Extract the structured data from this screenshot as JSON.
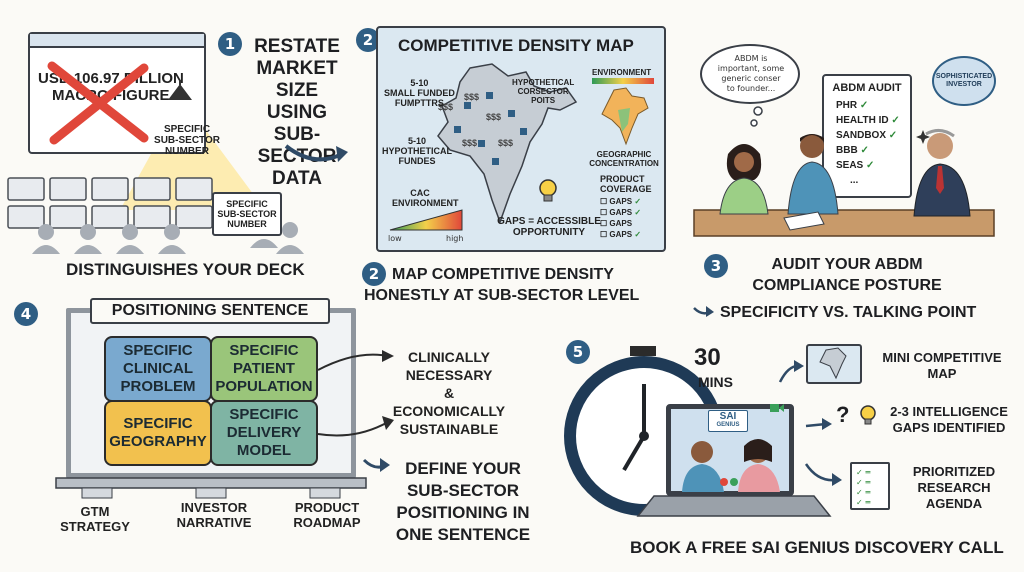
{
  "panel1": {
    "number": "1",
    "window_text_line1": "USD 106.97 BILLION",
    "window_text_line2": "MACRO FIGURE",
    "spot_label_line1": "SPECIFIC",
    "spot_label_line2": "SUB-SECTOR",
    "spot_label_line3": "NUMBER",
    "card_line1": "SPECIFIC",
    "card_line2": "SUB-SECTOR",
    "card_line3": "NUMBER",
    "title_line1": "RESTATE",
    "title_line2": "MARKET SIZE",
    "title_line3": "USING",
    "title_line4": "SUB-SECTOR",
    "title_line5": "DATA",
    "caption": "DISTINGUISHES YOUR DECK"
  },
  "panel2": {
    "number": "2",
    "map_title": "COMPETITIVE DENSITY MAP",
    "label_small_funded_1": "5-10",
    "label_small_funded_2": "SMALL FUNDED",
    "label_small_funded_3": "FUMPTTRS",
    "label_hypo_corr_1": "HYPOTHETICAL",
    "label_hypo_corr_2": "CORSECTOR",
    "label_hypo_corr_3": "POITS",
    "label_hypo_fundes_1": "5-10",
    "label_hypo_fundes_2": "HYPOTHETICAL",
    "label_hypo_fundes_3": "FUNDES",
    "environment_label": "ENVIRONMENT",
    "geo_line1": "GEOGRAPHIC",
    "geo_line2": "CONCENTRATION",
    "product_line1": "PRODUCT",
    "product_line2": "COVERAGE",
    "gaps_items": [
      "GAPS",
      "GAPS",
      "GAPS",
      "GAPS"
    ],
    "cac_line1": "CAC",
    "cac_line2": "ENVIRONMENT",
    "scale_low": "low",
    "scale_high": "high",
    "gaps_note_line1": "GAPS = ACCESSIBLE",
    "gaps_note_line2": "OPPORTUNITY",
    "dollar": "$$$",
    "caption_number": "2",
    "caption_line1": "MAP COMPETITIVE DENSITY",
    "caption_line2": "HONESTLY AT SUB-SECTOR LEVEL"
  },
  "panel3": {
    "number": "3",
    "bubble_line1": "ABDM is",
    "bubble_line2": "important, some",
    "bubble_line3": "generic conser",
    "bubble_line4": "to founder...",
    "audit_title": "ABDM AUDIT",
    "audit_items": [
      "PHR",
      "HEALTH ID",
      "SANDBOX",
      "BBB",
      "SEAS",
      "..."
    ],
    "badge_line1": "SOPHISTICATED",
    "badge_line2": "INVESTOR",
    "caption_line1": "AUDIT YOUR ABDM",
    "caption_line2": "COMPLIANCE POSTURE",
    "subcaption": "SPECIFICITY VS. TALKING POINT"
  },
  "panel4": {
    "number": "4",
    "board_title": "POSITIONING SENTENCE",
    "piece1_line1": "SPECIFIC",
    "piece1_line2": "CLINICAL",
    "piece1_line3": "PROBLEM",
    "piece2_line1": "SPECIFIC",
    "piece2_line2": "PATIENT",
    "piece2_line3": "POPULATION",
    "piece3_line1": "SPECIFIC",
    "piece3_line2": "GEOGRAPHY",
    "piece4_line1": "SPECIFIC",
    "piece4_line2": "DELIVERY",
    "piece4_line3": "MODEL",
    "outcome_line1": "CLINICALLY",
    "outcome_line2": "NECESSARY",
    "outcome_line3": "&",
    "outcome_line4": "ECONOMICALLY",
    "outcome_line5": "SUSTAINABLE",
    "pillar1_line1": "GTM",
    "pillar1_line2": "STRATEGY",
    "pillar2_line1": "INVESTOR",
    "pillar2_line2": "NARRATIVE",
    "pillar3_line1": "PRODUCT",
    "pillar3_line2": "ROADMAP",
    "caption_line1": "DEFINE YOUR",
    "caption_line2": "SUB-SECTOR",
    "caption_line3": "POSITIONING IN",
    "caption_line4": "ONE SENTENCE"
  },
  "panel5": {
    "number": "5",
    "timer_value": "30",
    "timer_unit": "MINS",
    "screen_logo_line1": "SAI",
    "screen_logo_line2": "GENIUS",
    "item1_line1": "MINI COMPETITIVE",
    "item1_line2": "MAP",
    "item2_line1": "2-3 INTELLIGENCE",
    "item2_line2": "GAPS IDENTIFIED",
    "item3_line1": "PRIORITIZED",
    "item3_line2": "RESEARCH",
    "item3_line3": "AGENDA",
    "caption": "BOOK A FREE SAI GENIUS DISCOVERY CALL"
  },
  "colors": {
    "number_badge": "#2f5e84",
    "red_x": "#e0473a",
    "map_blue": "#dbe8f1",
    "puzzle_blue": "#7aa9cf",
    "puzzle_green": "#9ac57a",
    "puzzle_yellow": "#f2c14e",
    "puzzle_teal": "#7fb4a4",
    "check_green": "#2f8a3a"
  }
}
